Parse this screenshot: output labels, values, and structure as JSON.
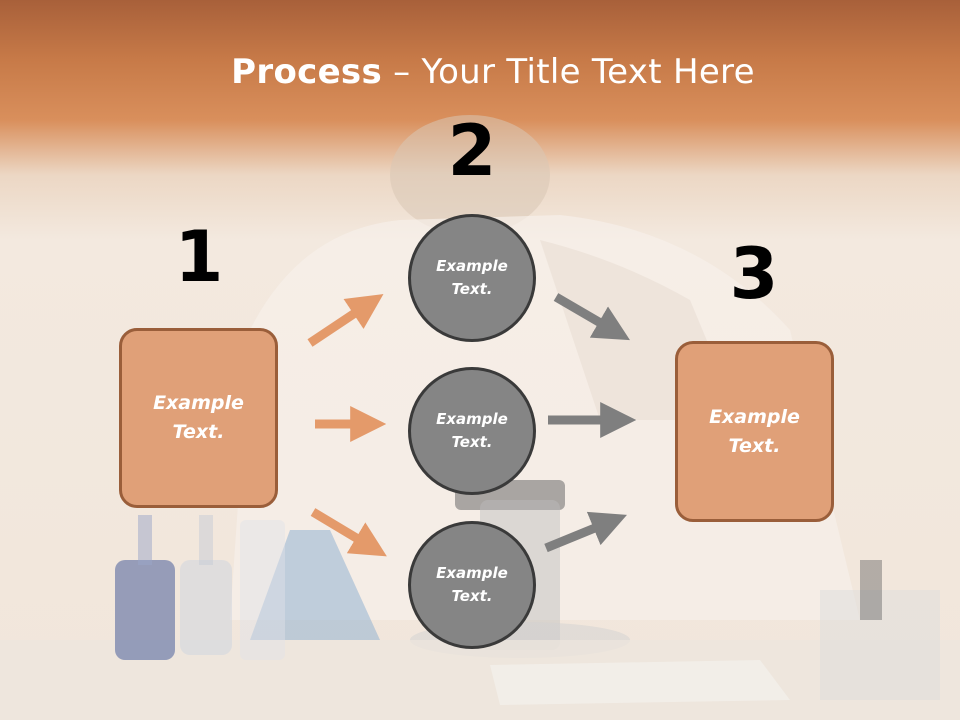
{
  "slide": {
    "title_bold": "Process",
    "title_rest": " – Your Title Text Here"
  },
  "steps": [
    {
      "number": "1",
      "text_line1": "Example",
      "text_line2": "Text."
    },
    {
      "number": "2",
      "text_line1": "Example",
      "text_line2": "Text."
    },
    {
      "number": "3",
      "text_line1": "Example",
      "text_line2": "Text."
    }
  ],
  "circles": [
    {
      "text_line1": "Example",
      "text_line2": "Text."
    },
    {
      "text_line1": "Example",
      "text_line2": "Text."
    },
    {
      "text_line1": "Example",
      "text_line2": "Text."
    }
  ],
  "colors": {
    "header_orange": "#c77a48",
    "box_fill": "#e0a078",
    "box_border": "#9a5e3a",
    "circle_fill": "#858585",
    "arrow_orange": "#e49a6a",
    "arrow_gray": "#7f7f7f"
  }
}
